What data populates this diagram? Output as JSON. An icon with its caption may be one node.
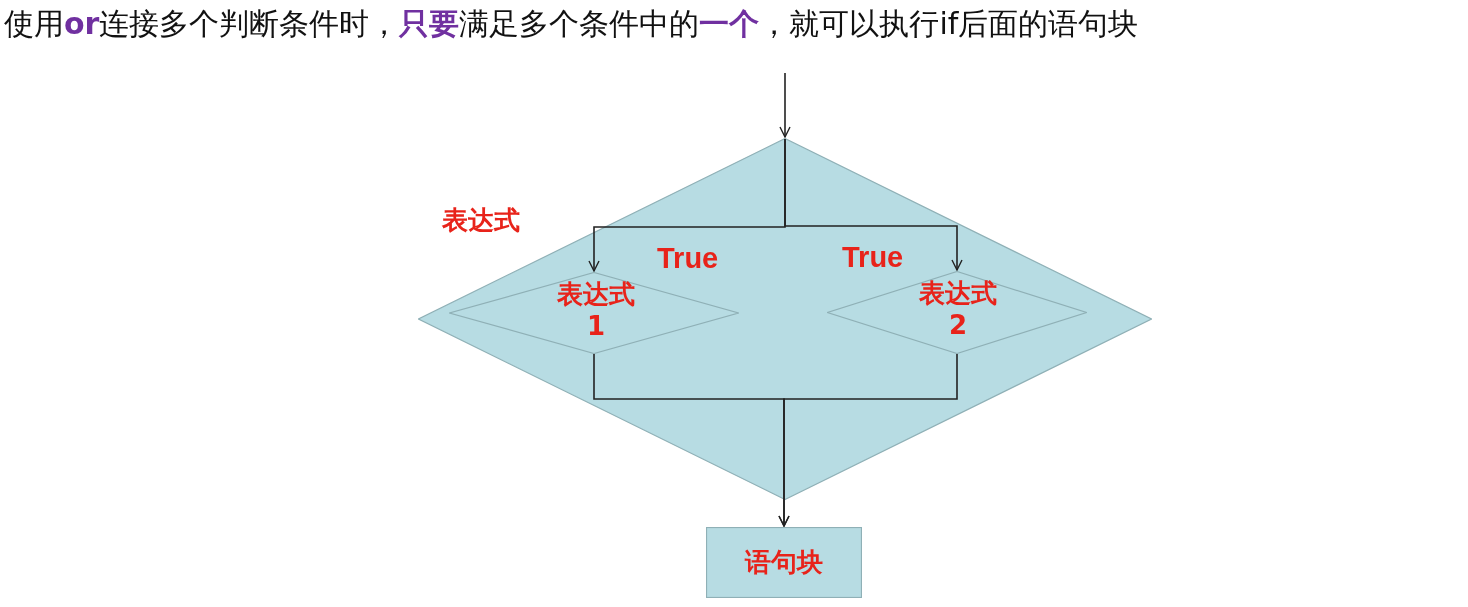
{
  "diagram": {
    "title": "使用**or**连接多个判断条件时，**只要**满足多个条件中的**一个**，就可以执行if后面的语句块",
    "nodes": [
      {
        "text": [
          "表达式"
        ]
      },
      {
        "text": [
          "表达式 1"
        ],
        "in": 0
      },
      {
        "text": [
          "表达式 2"
        ],
        "in": 0
      },
      {
        "text": [
          "语句块"
        ]
      }
    ],
    "edges": [
      {
        "from": null,
        "to": 0,
        "arrow": "to"
      },
      {
        "from": 0,
        "to": 1,
        "arrow": "to",
        "label": "True"
      },
      {
        "from": 0,
        "to": 2,
        "arrow": "to",
        "label": "True"
      },
      {
        "from": 1,
        "to": 3,
        "arrow": "to"
      },
      {
        "from": 2,
        "to": 3,
        "arrow": "to"
      }
    ]
  }
}
